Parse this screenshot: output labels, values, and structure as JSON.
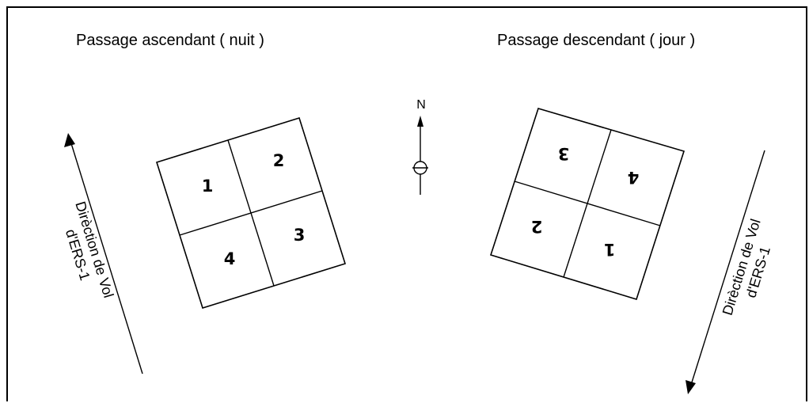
{
  "ascending": {
    "title": "Passage ascendant ( nuit )",
    "flight_line1": "Dirèction de Vol",
    "flight_line2": "d'ERS-1",
    "quadrants": [
      "1",
      "2",
      "4",
      "3"
    ]
  },
  "descending": {
    "title": "Passage descendant ( jour )",
    "flight_line1": "Dirèction de Vol",
    "flight_line2": "d'ERS-1",
    "quadrants": [
      "3",
      "4",
      "2",
      "1"
    ]
  },
  "compass": {
    "label": "N"
  }
}
